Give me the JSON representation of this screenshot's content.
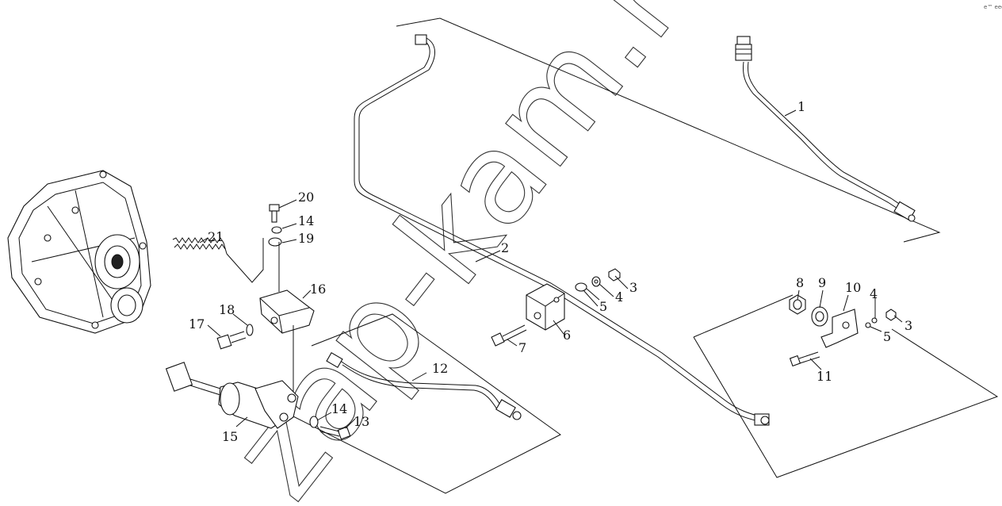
{
  "watermark": "zap-kam.ru",
  "corner_mark": "e™ eee",
  "callouts": [
    "1",
    "2",
    "3",
    "4",
    "5",
    "6",
    "7",
    "3",
    "4",
    "5",
    "8",
    "9",
    "10",
    "11",
    "12",
    "13",
    "14",
    "14",
    "15",
    "16",
    "17",
    "18",
    "19",
    "20",
    "21"
  ]
}
